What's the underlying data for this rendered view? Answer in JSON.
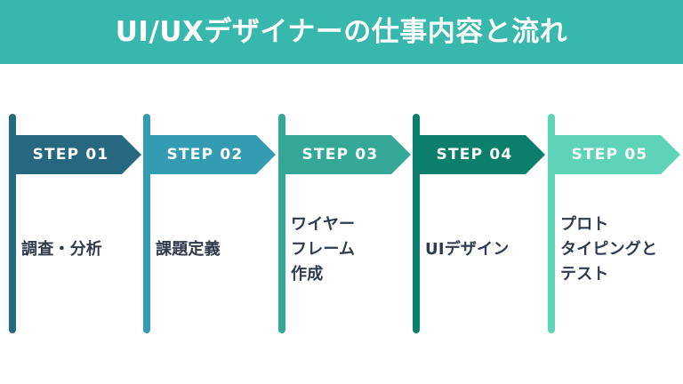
{
  "header": {
    "title": "UI/UXデザイナーの仕事内容と流れ",
    "background_color": "#38b7ac",
    "text_color": "#ffffff"
  },
  "body_text_color": "#2f3a4d",
  "steps": [
    {
      "badge": "STEP 01",
      "label": "調査・分析",
      "color": "#25687f"
    },
    {
      "badge": "STEP 02",
      "label": "課題定義",
      "color": "#349cb2"
    },
    {
      "badge": "STEP 03",
      "label": "ワイヤー\nフレーム\n作成",
      "color": "#34a797"
    },
    {
      "badge": "STEP 04",
      "label": "UIデザイン",
      "color": "#0b7e6c"
    },
    {
      "badge": "STEP 05",
      "label": "プロト\nタイピングと\nテスト",
      "color": "#5fd3b8"
    }
  ]
}
